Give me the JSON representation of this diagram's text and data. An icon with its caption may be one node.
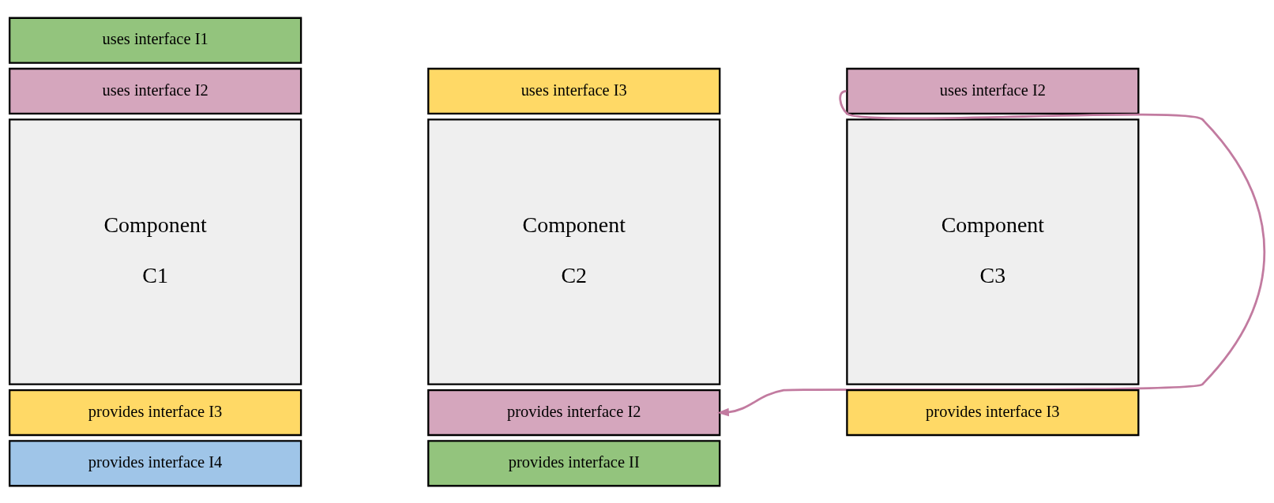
{
  "diagram": {
    "nodes": [
      {
        "text": [
          "uses interface I1"
        ]
      },
      {
        "text": [
          "uses interface I2"
        ]
      },
      {
        "text": [
          "Component C1"
        ]
      },
      {
        "text": [
          "provides interface I3"
        ]
      },
      {
        "text": [
          "provides interface I4"
        ]
      },
      {
        "text": [
          "uses interface I3"
        ]
      },
      {
        "text": [
          "Component C2"
        ]
      },
      {
        "text": [
          "provides interface I2"
        ]
      },
      {
        "text": [
          "provides interface II"
        ]
      },
      {
        "text": [
          "uses interface I2"
        ]
      },
      {
        "text": [
          "Component C3"
        ]
      },
      {
        "text": [
          "provides interface I3"
        ]
      }
    ],
    "edges": [
      {
        "from": 9,
        "to": 7,
        "arrow": "to",
        "color": "#c27ba0"
      }
    ]
  }
}
